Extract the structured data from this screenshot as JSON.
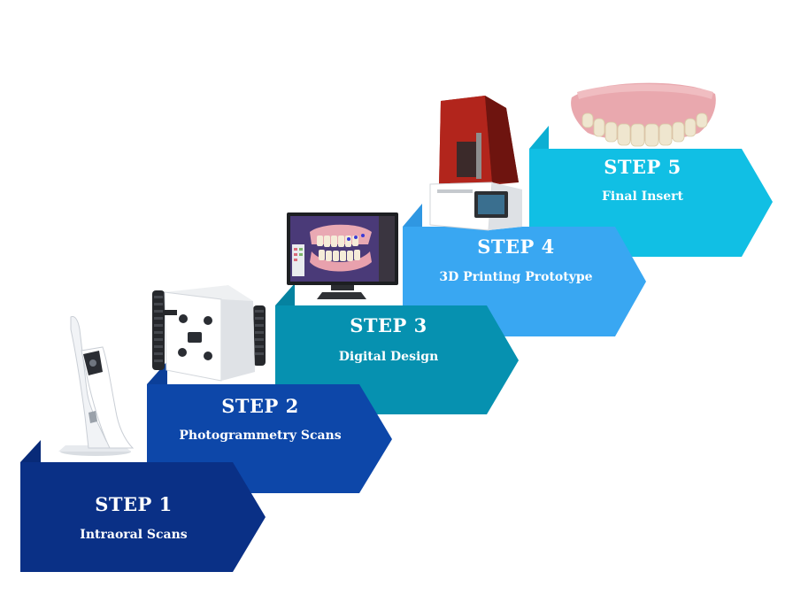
{
  "steps": [
    {
      "title": "STEP 1",
      "subtitle": "Intraoral Scans",
      "color": "#0a3086",
      "fold_color": "#082a78",
      "device": "intraoral-scanner"
    },
    {
      "title": "STEP 2",
      "subtitle": "Photogrammetry Scans",
      "color": "#0d47a9",
      "fold_color": "#0b3f99",
      "device": "photogrammetry-camera"
    },
    {
      "title": "STEP 3",
      "subtitle": "Digital Design",
      "color": "#0691b0",
      "fold_color": "#0582a0",
      "device": "design-monitor"
    },
    {
      "title": "STEP 4",
      "subtitle": "3D Printing Prototype",
      "color": "#39a7f2",
      "fold_color": "#2f97e2",
      "device": "3d-printer"
    },
    {
      "title": "STEP 5",
      "subtitle": "Final Insert",
      "color": "#11bfe4",
      "fold_color": "#0cafd3",
      "device": "denture-prosthesis"
    }
  ]
}
